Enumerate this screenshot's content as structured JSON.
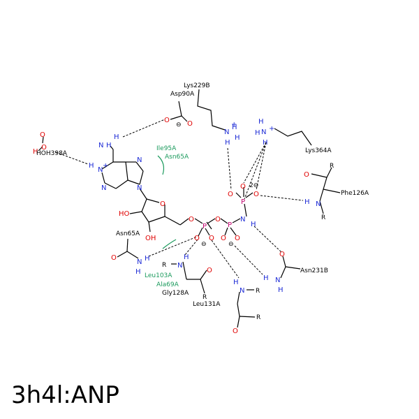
{
  "title": "3h4l:ANP",
  "colors": {
    "nitrogen": "#1d2bd6",
    "oxygen": "#e00000",
    "phosphorus": "#c0006e",
    "hydrophobic": "#1a9a5c"
  },
  "residues": {
    "lys229b": "Lys229B",
    "asp90a": "Asp90A",
    "hoh398a": "HOH398A",
    "ile95a": "Ile95A",
    "asn65a_hyd": "Asn65A",
    "lys364a": "Lys364A",
    "phe126a": "Phe126A",
    "asn65a": "Asn65A",
    "leu103a": "Leu103A",
    "ala69a": "Ala69A",
    "gly128a": "Gly128A",
    "asn231b": "Asn231B",
    "leu131a": "Leu131A"
  },
  "charges": {
    "asp": "⊖",
    "pa": "⊖",
    "pb": "⊖",
    "pg": "2⊖",
    "lys": "+"
  }
}
